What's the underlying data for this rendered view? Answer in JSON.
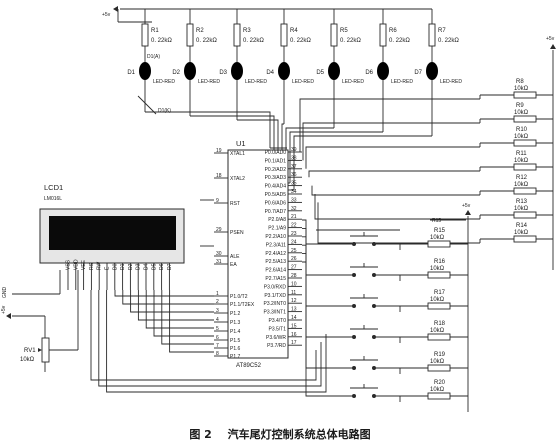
{
  "power": {
    "vcc_label": "+5v"
  },
  "leds": [
    {
      "res": "R1",
      "res_value": "0. 22kΩ",
      "led": "D1",
      "type": "LED-RED"
    },
    {
      "res": "R2",
      "res_value": "0. 22kΩ",
      "led": "D2",
      "type": "LED-RED"
    },
    {
      "res": "R3",
      "res_value": "0. 22kΩ",
      "led": "D3",
      "type": "LED-RED"
    },
    {
      "res": "R4",
      "res_value": "0. 22kΩ",
      "led": "D4",
      "type": "LED-RED"
    },
    {
      "res": "R5",
      "res_value": "0. 22kΩ",
      "led": "D5",
      "type": "LED-RED"
    },
    {
      "res": "R6",
      "res_value": "0. 22kΩ",
      "led": "D6",
      "type": "LED-RED"
    },
    {
      "res": "R7",
      "res_value": "0. 22kΩ",
      "led": "D7",
      "type": "LED-RED"
    }
  ],
  "led_markers": [
    "D1(A)",
    "D1(K)"
  ],
  "mcu": {
    "ref": "U1",
    "part": "AT89C52",
    "left_pins": [
      {
        "num": "19",
        "name": "XTAL1"
      },
      {
        "num": "18",
        "name": "XTAL2"
      },
      {
        "num": "9",
        "name": "RST"
      },
      {
        "num": "29",
        "name": "PSEN"
      },
      {
        "num": "30",
        "name": "ALE"
      },
      {
        "num": "31",
        "name": "EA"
      },
      {
        "num": "1",
        "name": "P1.0/T2"
      },
      {
        "num": "2",
        "name": "P1.1/T2EX"
      },
      {
        "num": "3",
        "name": "P1.2"
      },
      {
        "num": "4",
        "name": "P1.3"
      },
      {
        "num": "5",
        "name": "P1.4"
      },
      {
        "num": "6",
        "name": "P1.5"
      },
      {
        "num": "7",
        "name": "P1.6"
      },
      {
        "num": "8",
        "name": "P1.7"
      }
    ],
    "right_pins": [
      {
        "num": "39",
        "name": "P0.0/AD0"
      },
      {
        "num": "38",
        "name": "P0.1/AD1"
      },
      {
        "num": "37",
        "name": "P0.2/AD2"
      },
      {
        "num": "36",
        "name": "P0.3/AD3"
      },
      {
        "num": "35",
        "name": "P0.4/AD4"
      },
      {
        "num": "34",
        "name": "P0.5/AD5"
      },
      {
        "num": "33",
        "name": "P0.6/AD6"
      },
      {
        "num": "32",
        "name": "P0.7/AD7"
      },
      {
        "num": "21",
        "name": "P2.0/A8"
      },
      {
        "num": "22",
        "name": "P2.1/A9"
      },
      {
        "num": "23",
        "name": "P2.2/A10"
      },
      {
        "num": "24",
        "name": "P2.3/A11"
      },
      {
        "num": "25",
        "name": "P2.4/A12"
      },
      {
        "num": "26",
        "name": "P2.5/A13"
      },
      {
        "num": "27",
        "name": "P2.6/A14"
      },
      {
        "num": "28",
        "name": "P2.7/A15"
      },
      {
        "num": "10",
        "name": "P3.0/RXD"
      },
      {
        "num": "11",
        "name": "P3.1/TXD"
      },
      {
        "num": "12",
        "name": "P3.2/INT0"
      },
      {
        "num": "13",
        "name": "P3.3/INT1"
      },
      {
        "num": "14",
        "name": "P3.4/T0"
      },
      {
        "num": "15",
        "name": "P3.5/T1"
      },
      {
        "num": "16",
        "name": "P3.6/WR"
      },
      {
        "num": "17",
        "name": "P3.7/RD"
      }
    ]
  },
  "lcd": {
    "ref": "LCD1",
    "part": "LM016L",
    "pins": [
      "VSS",
      "VDD",
      "VEE",
      "RS",
      "RW",
      "E",
      "D0",
      "D1",
      "D2",
      "D3",
      "D4",
      "D5",
      "D6",
      "D7"
    ]
  },
  "pot": {
    "ref": "RV1",
    "value": "10kΩ",
    "gnd": "GND",
    "vcc": "+5v"
  },
  "right_resistors": [
    {
      "ref": "R8",
      "value": "10kΩ"
    },
    {
      "ref": "R9",
      "value": "10kΩ"
    },
    {
      "ref": "R10",
      "value": "10kΩ"
    },
    {
      "ref": "R11",
      "value": "10kΩ"
    },
    {
      "ref": "R12",
      "value": "10kΩ"
    },
    {
      "ref": "R13",
      "value": "10kΩ"
    },
    {
      "ref": "R14",
      "value": "10kΩ"
    }
  ],
  "switch_resistors": [
    {
      "ref": "R15",
      "value": "10kΩ"
    },
    {
      "ref": "R16",
      "value": "10kΩ"
    },
    {
      "ref": "R17",
      "value": "10kΩ"
    },
    {
      "ref": "R18",
      "value": "10kΩ"
    },
    {
      "ref": "R19",
      "value": "10kΩ"
    },
    {
      "ref": "R20",
      "value": "10kΩ"
    }
  ],
  "caption": {
    "fig": "图 2",
    "title": "汽车尾灯控制系统总体电路图"
  }
}
